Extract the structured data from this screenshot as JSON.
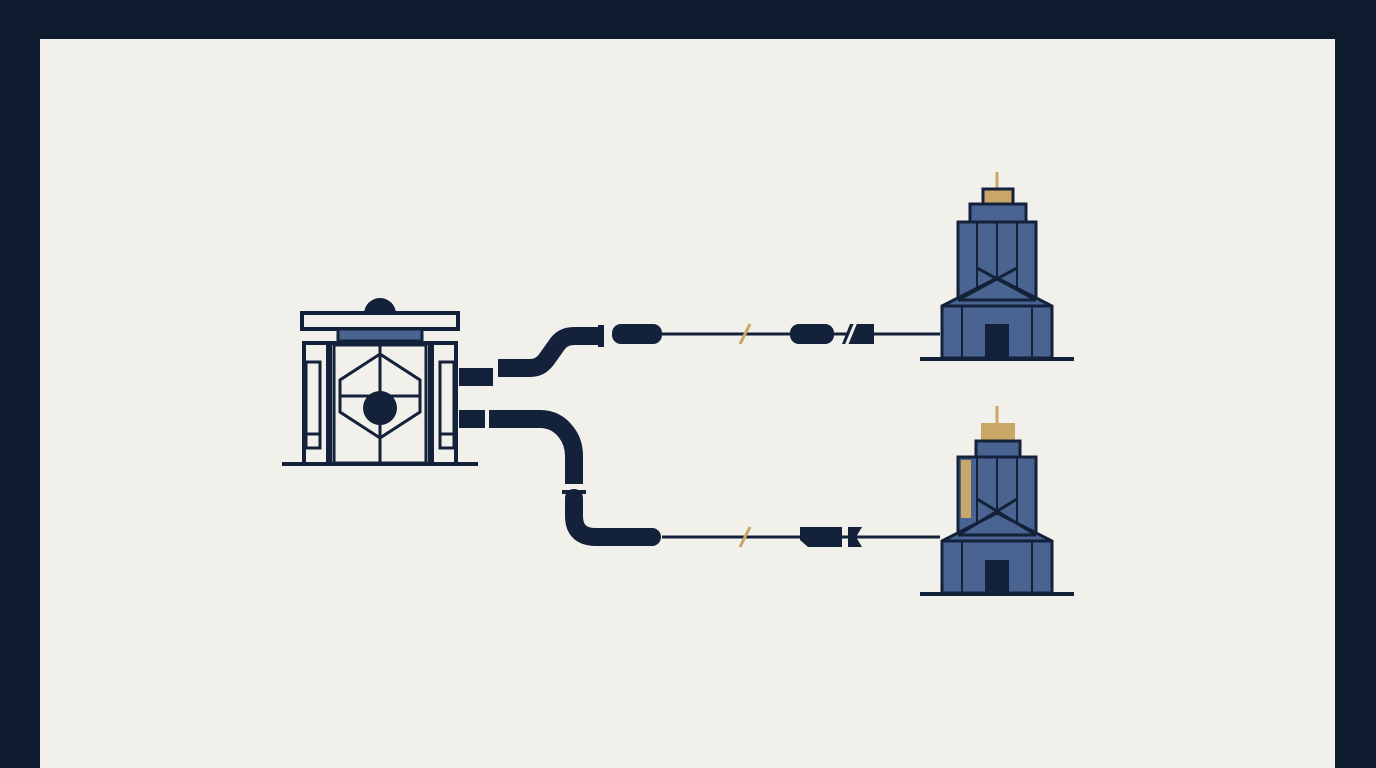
{
  "diagram": {
    "nodes": [
      {
        "id": "source",
        "icon": "vault-gateway-icon"
      },
      {
        "id": "dest-1",
        "icon": "tower-building-icon"
      },
      {
        "id": "dest-2",
        "icon": "tower-building-icon"
      }
    ],
    "edges": [
      {
        "from": "source",
        "to": "dest-1",
        "icon": "pipe-connector-icon"
      },
      {
        "from": "source",
        "to": "dest-2",
        "icon": "pipe-connector-icon"
      }
    ]
  },
  "colors": {
    "frame": "#0e1b2e",
    "background": "#f2f0ea",
    "ink": "#14213a",
    "fill_blue": "#4a6491",
    "accent_gold": "#c9a867"
  }
}
